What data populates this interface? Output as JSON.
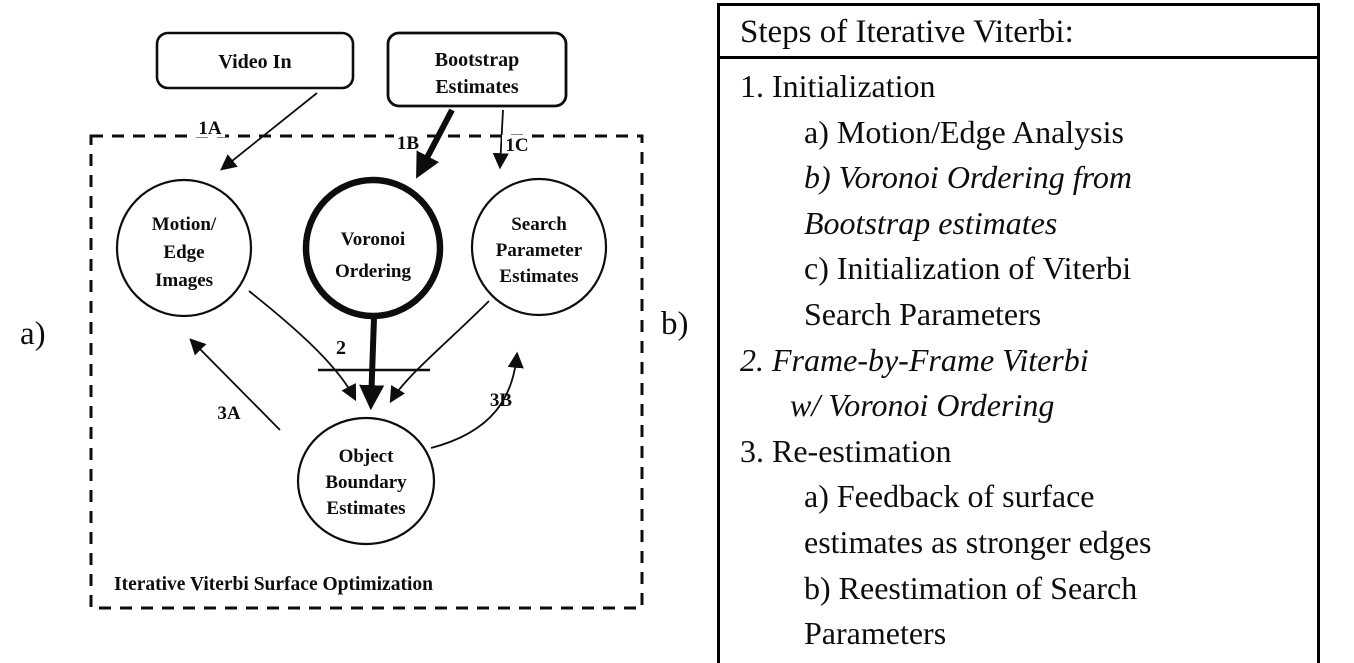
{
  "figure": {
    "panel_a_label": "a)",
    "panel_b_label": "b)"
  },
  "diagram": {
    "video_in_label": "Video In",
    "bootstrap_line1": "Bootstrap",
    "bootstrap_line2": "Estimates",
    "motion_line1": "Motion/",
    "motion_line2": "Edge",
    "motion_line3": "Images",
    "voronoi_line1": "Voronoi",
    "voronoi_line2": "Ordering",
    "search_line1": "Search",
    "search_line2": "Parameter",
    "search_line3": "Estimates",
    "object_line1": "Object",
    "object_line2": "Boundary",
    "object_line3": "Estimates",
    "arrow_1a": "1A",
    "arrow_1b": "1B",
    "arrow_1c": "1C",
    "arrow_2": "2",
    "arrow_3a": "3A",
    "arrow_3b": "3B",
    "caption": "Iterative Viterbi Surface Optimization"
  },
  "steps": {
    "title": "Steps of Iterative Viterbi:",
    "lines": [
      {
        "text": "1. Initialization",
        "indent": "l1",
        "italic": false
      },
      {
        "text": "a) Motion/Edge Analysis",
        "indent": "l2",
        "italic": false
      },
      {
        "text": "b) Voronoi Ordering from",
        "indent": "l2",
        "italic": true
      },
      {
        "text": "Bootstrap estimates",
        "indent": "l2",
        "italic": true
      },
      {
        "text": "c) Initialization of Viterbi",
        "indent": "l2",
        "italic": false
      },
      {
        "text": "Search Parameters",
        "indent": "l2",
        "italic": false
      },
      {
        "text": "2. Frame-by-Frame Viterbi",
        "indent": "l1",
        "italic": true
      },
      {
        "text": "w/ Voronoi Ordering",
        "indent": "l2b",
        "italic": true
      },
      {
        "text": "3. Re-estimation",
        "indent": "l1",
        "italic": false
      },
      {
        "text": "a) Feedback of surface",
        "indent": "l2",
        "italic": false
      },
      {
        "text": "estimates as stronger edges",
        "indent": "l2",
        "italic": false
      },
      {
        "text": "b) Reestimation of Search",
        "indent": "l2",
        "italic": false
      },
      {
        "text": "Parameters",
        "indent": "l2",
        "italic": false
      }
    ]
  },
  "colors": {
    "ink": "#0d0d0d",
    "background": "#ffffff"
  }
}
